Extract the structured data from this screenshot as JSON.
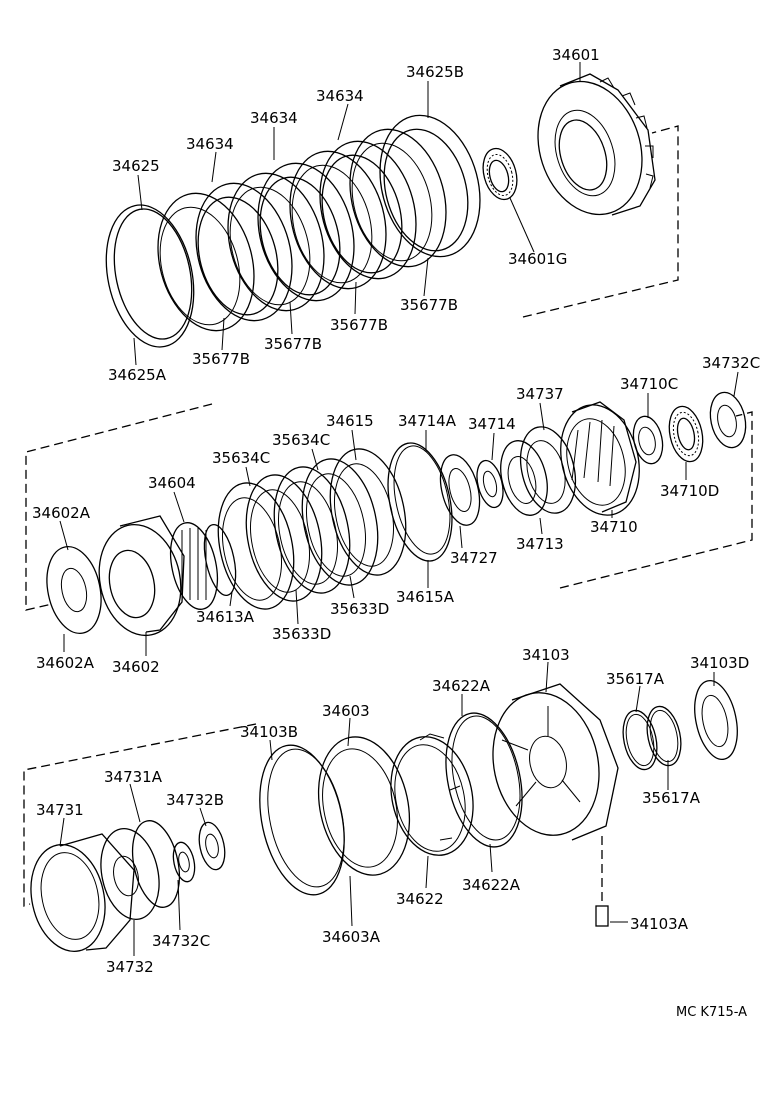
{
  "diagram_code": "MC K715-A",
  "labels": {
    "p34601": "34601",
    "p34625B": "34625B",
    "p34634_a": "34634",
    "p34634_b": "34634",
    "p34634_c": "34634",
    "p34625": "34625",
    "p34601G": "34601G",
    "p35677B_a": "35677B",
    "p35677B_b": "35677B",
    "p35677B_c": "35677B",
    "p35677B_d": "35677B",
    "p34625A": "34625A",
    "p34732C_top": "34732C",
    "p34737": "34737",
    "p34710C": "34710C",
    "p34615": "34615",
    "p34714A": "34714A",
    "p34714": "34714",
    "p35634C_a": "35634C",
    "p35634C_b": "35634C",
    "p34604": "34604",
    "p34602A_top": "34602A",
    "p34710D": "34710D",
    "p34710": "34710",
    "p34713": "34713",
    "p34727": "34727",
    "p34615A": "34615A",
    "p35633D_a": "35633D",
    "p35633D_b": "35633D",
    "p34613A": "34613A",
    "p34602A_bot": "34602A",
    "p34602": "34602",
    "p34103": "34103",
    "p34103D": "34103D",
    "p34622A_top": "34622A",
    "p35617A_top": "35617A",
    "p34603": "34603",
    "p34103B": "34103B",
    "p34731A": "34731A",
    "p34732B": "34732B",
    "p34731": "34731",
    "p35617A_bot": "35617A",
    "p34622": "34622",
    "p34622A_bot": "34622A",
    "p34103A": "34103A",
    "p34732C_bot": "34732C",
    "p34603A": "34603A",
    "p34732": "34732"
  }
}
